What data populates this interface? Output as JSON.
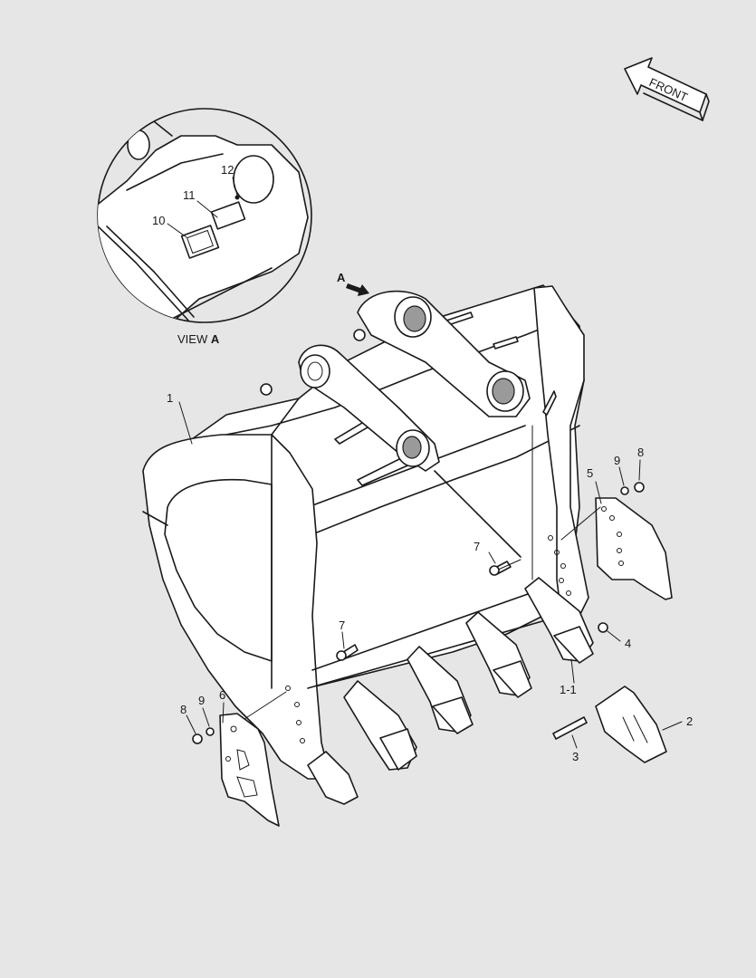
{
  "front_label": "FRONT",
  "view_label": "VIEW",
  "view_letter": "A",
  "arrow_letter": "A",
  "callouts": {
    "c1": "1",
    "c1_1": "1-1",
    "c2": "2",
    "c3": "3",
    "c4": "4",
    "c5": "5",
    "c6": "6",
    "c7a": "7",
    "c7b": "7",
    "c8a": "8",
    "c8b": "8",
    "c9a": "9",
    "c9b": "9",
    "c10": "10",
    "c11": "11",
    "c12": "12"
  }
}
